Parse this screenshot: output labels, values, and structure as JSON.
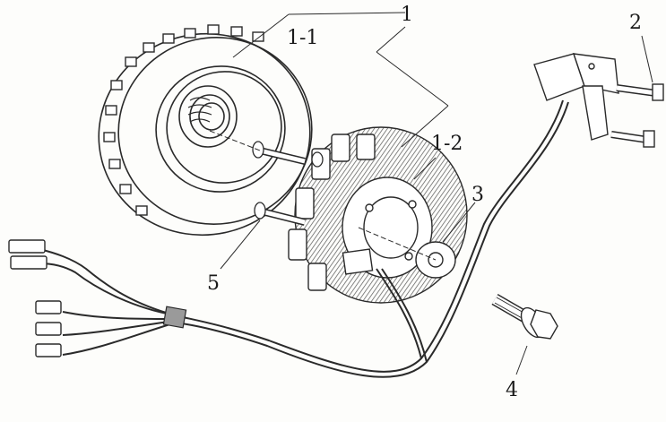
{
  "callouts": {
    "part_1": "1",
    "part_1_1": "1-1",
    "part_1_2": "1-2",
    "part_2": "2",
    "part_3": "3",
    "part_4": "4",
    "part_5": "5"
  },
  "colors": {
    "line": "#2a2a2a",
    "shade": "#6a6a6a",
    "background": "#fdfdfb"
  }
}
